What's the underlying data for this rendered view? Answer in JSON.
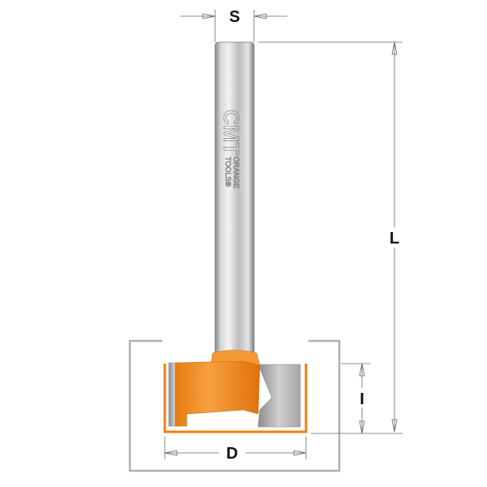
{
  "dimensions": {
    "shank": "S",
    "length": "L",
    "diameter": "D",
    "cut_depth": "I"
  },
  "logo": {
    "brand": "CMT",
    "line1": "ORANGE",
    "line2": "TOOLS®"
  },
  "colors": {
    "cutter": "#f08a1e",
    "workpiece_outline": "#b0b0b0",
    "cut_outline": "#f07f10",
    "steel": "#c8c8c8"
  }
}
